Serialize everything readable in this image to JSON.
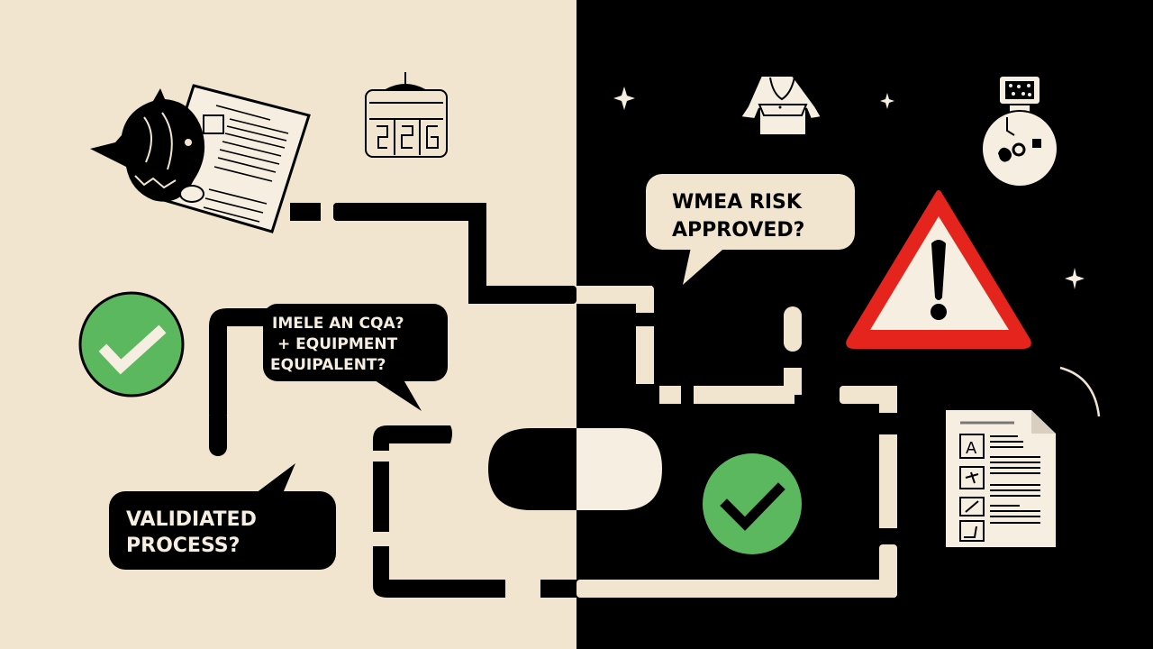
{
  "colors": {
    "cream": "#f1e5d0",
    "black": "#000000",
    "green": "#5cb85f",
    "red": "#e5251d",
    "paper": "#f6eee0"
  },
  "panels": {
    "left": {
      "theme": "light",
      "background": "#f1e5d0"
    },
    "right": {
      "theme": "dark",
      "background": "#000000"
    }
  },
  "bubbles": {
    "cqa": {
      "lines": [
        "IMELE AN CQA?",
        "+ EQUIPMENT",
        "EQUIPALENT?"
      ],
      "style": "dark"
    },
    "validated": {
      "lines": [
        "VALIDIATED",
        "PROCESS?"
      ],
      "style": "dark"
    },
    "risk": {
      "lines": [
        "WMEA RISK",
        "APPROVED?"
      ],
      "style": "light"
    }
  },
  "icons": {
    "left": [
      "monster-holding-document-icon",
      "calendar-board-icon",
      "green-check-circle-icon"
    ],
    "center": [
      "capsule-pill-icon",
      "green-check-circle-icon"
    ],
    "right": [
      "lab-coat-icon",
      "lab-equipment-badge-icon",
      "warning-triangle-icon",
      "checklist-document-icon",
      "sparkle-icon",
      "arc-icon"
    ]
  }
}
